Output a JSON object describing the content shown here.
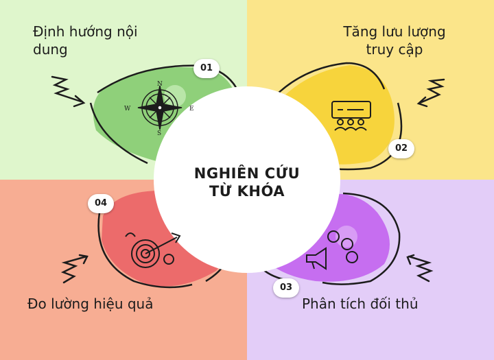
{
  "center": {
    "line1": "NGHIÊN CỨU",
    "line2": "TỪ KHÓA"
  },
  "items": [
    {
      "number": "01",
      "label_line1": "Định hướng nội",
      "label_line2": "dung",
      "icon": "compass-icon",
      "color": "#8fd07a"
    },
    {
      "number": "02",
      "label_line1": "Tăng lưu lượng",
      "label_line2": "truy cập",
      "icon": "audience-presentation-icon",
      "color": "#f7d43c"
    },
    {
      "number": "03",
      "label": "Phân tích đối thủ",
      "icon": "megaphone-users-icon",
      "color": "#c66ef0"
    },
    {
      "number": "04",
      "label": "Đo lường hiệu quả",
      "icon": "target-arrow-icon",
      "color": "#ec6b6b"
    }
  ],
  "compass": {
    "n": "N",
    "s": "S",
    "e": "E",
    "w": "W"
  },
  "colors": {
    "green_bg": "#dff6cc",
    "yellow_bg": "#fbe58a",
    "salmon_bg": "#f7ad93",
    "lilac_bg": "#e3cdf8"
  }
}
